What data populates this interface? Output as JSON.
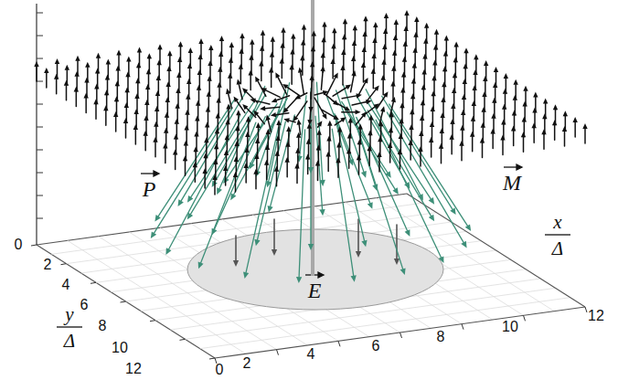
{
  "diagram": {
    "labels": [
      "0",
      "2",
      "4",
      "6",
      "8",
      "10",
      "12",
      "0",
      "2",
      "4",
      "6",
      "8",
      "10",
      "12",
      "x",
      "Δ",
      "y",
      "Δ",
      "P",
      "M",
      "E"
    ]
  }
}
